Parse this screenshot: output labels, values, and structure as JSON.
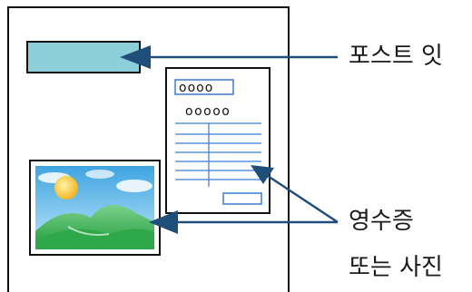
{
  "labels": {
    "postit": "포스트 잇",
    "receipt_or_photo_line1": "영수증",
    "receipt_or_photo_line2": "또는 사진"
  },
  "receipt": {
    "header_marks": "oooo",
    "title_marks": "ooooo"
  },
  "colors": {
    "postit_fill": "#8ccfdb",
    "arrow": "#1f4e79",
    "receipt_line": "#3a7bd5",
    "outline": "#111111"
  }
}
